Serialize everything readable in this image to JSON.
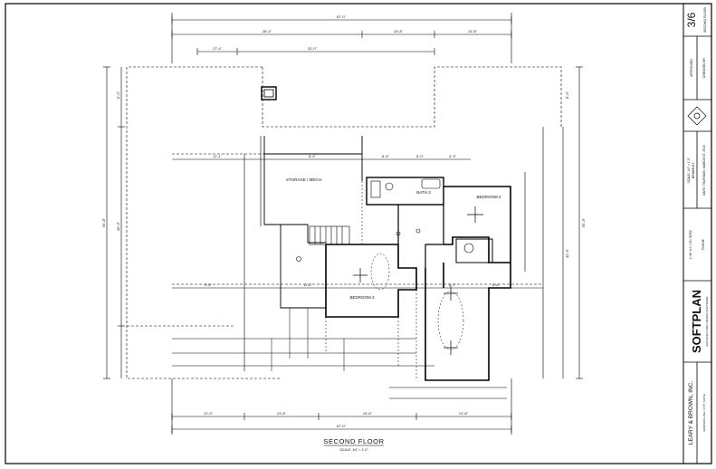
{
  "plan": {
    "title": "SECOND FLOOR",
    "scale": "SCALE: 1/4\" = 1'-0\"",
    "rooms": {
      "storage": "STORAGE / MECH.",
      "bath": "BATH 3",
      "bedroom2": "BEDROOM 2",
      "bedroom3": "BEDROOM 3"
    },
    "dims": {
      "overall_top": "67'-0\"",
      "top_a": "28'-4\"",
      "top_b": "15'-8\"",
      "top_c": "15'-8\"",
      "top_d": "17'-4\"",
      "top_e": "31'-0\"",
      "row_a": "11'-1\"",
      "row_b": "8'-0\"",
      "row_c": "8'-6\"",
      "row_d": "5'-0\"",
      "row_e": "4'-3\"",
      "mid_a": "9'-5\"",
      "mid_b": "11'-2\"",
      "mid_c": "8'-7\"",
      "mid_d": "8'-8\"",
      "bot_a": "12'-0\"",
      "bot_b": "13'-8\"",
      "bot_c": "15'-6\"",
      "bot_d": "12'-8\"",
      "overall_bottom": "67'-0\"",
      "left_a": "8'-0\"",
      "left_b": "40'-0\"",
      "left_c": "55'-8\"",
      "right_a": "55'-8\"",
      "right_b": "42'-6\"",
      "right_c": "8'-0\""
    }
  },
  "titleblock": {
    "sheet_number": "3/6",
    "sheet_label": "SECOND FLOOR",
    "approved": "APPROVED",
    "checked": "CHECKED BY",
    "scale_line": "SCALE: 1/4\" = 1'-0\"",
    "drawn_line": "DRAWN BY:",
    "date_line": "DATE: THURSDAY, MARCH 07, 2019",
    "mid_text": "L: W: 1/4 = 25 / SPEC",
    "phone": "PHONE",
    "brand": "SOFTPLAN",
    "brand_tag": "ARCHITECTURAL DESIGN SOFTWARE",
    "company": "LEARY & BROWN, INC.",
    "company_addr": "ADDRESS LINE / CITY, STATE"
  }
}
